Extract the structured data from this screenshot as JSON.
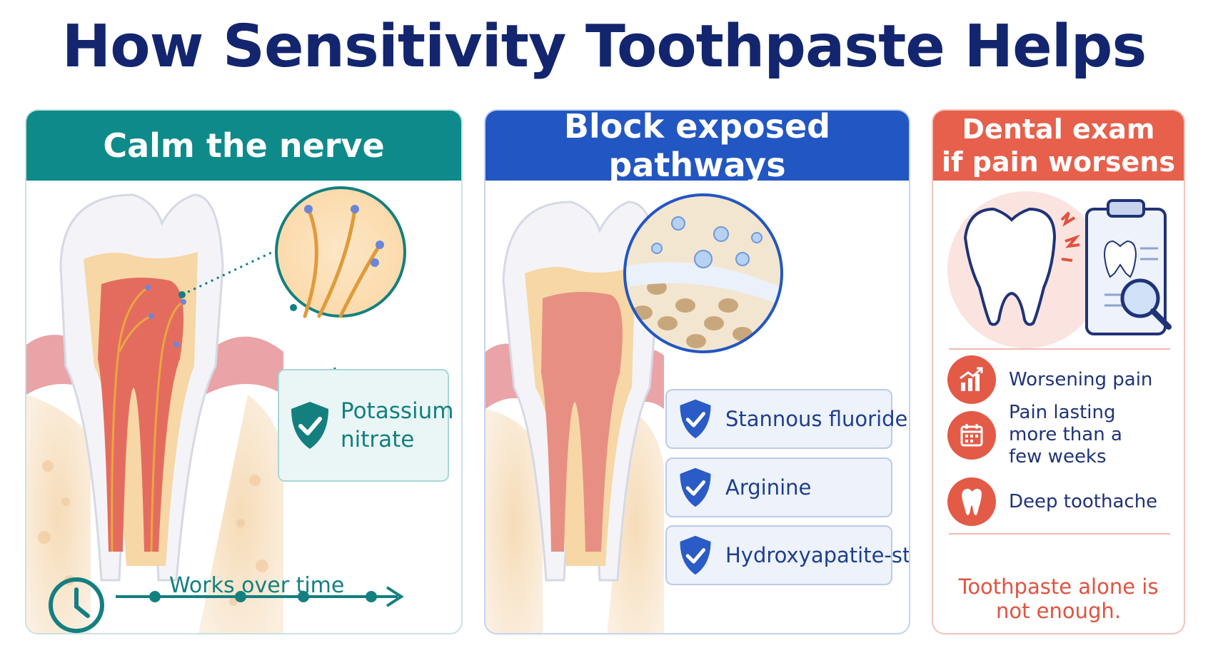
{
  "title": "How Sensitivity Toothpaste Helps",
  "colors": {
    "navy": "#13256e",
    "teal": "#0e8a8a",
    "blue": "#2256c2",
    "coral": "#e6604c"
  },
  "panels": [
    {
      "heading": "Calm the nerve",
      "ingredient": [
        "Potassium",
        "nitrate"
      ],
      "ingredient_icon": "shield-check-icon",
      "timeline_icon": "clock-icon",
      "timeline_label": "Works over time"
    },
    {
      "heading": "Block exposed pathways",
      "ingredients": [
        "Stannous fluoride",
        "Arginine",
        "Hydroxyapatite-style"
      ],
      "ingredient_icon": "shield-check-icon"
    },
    {
      "heading": [
        "Dental exam",
        "if pain worsens"
      ],
      "warnings": [
        {
          "icon": "rising-chart-icon",
          "lines": [
            "Worsening pain"
          ]
        },
        {
          "icon": "calendar-icon",
          "lines": [
            "Pain lasting",
            "more than a",
            "few weeks"
          ]
        },
        {
          "icon": "tooth-icon",
          "lines": [
            "Deep toothache"
          ]
        }
      ],
      "note": [
        "Toothpaste alone is",
        "not enough."
      ]
    }
  ]
}
